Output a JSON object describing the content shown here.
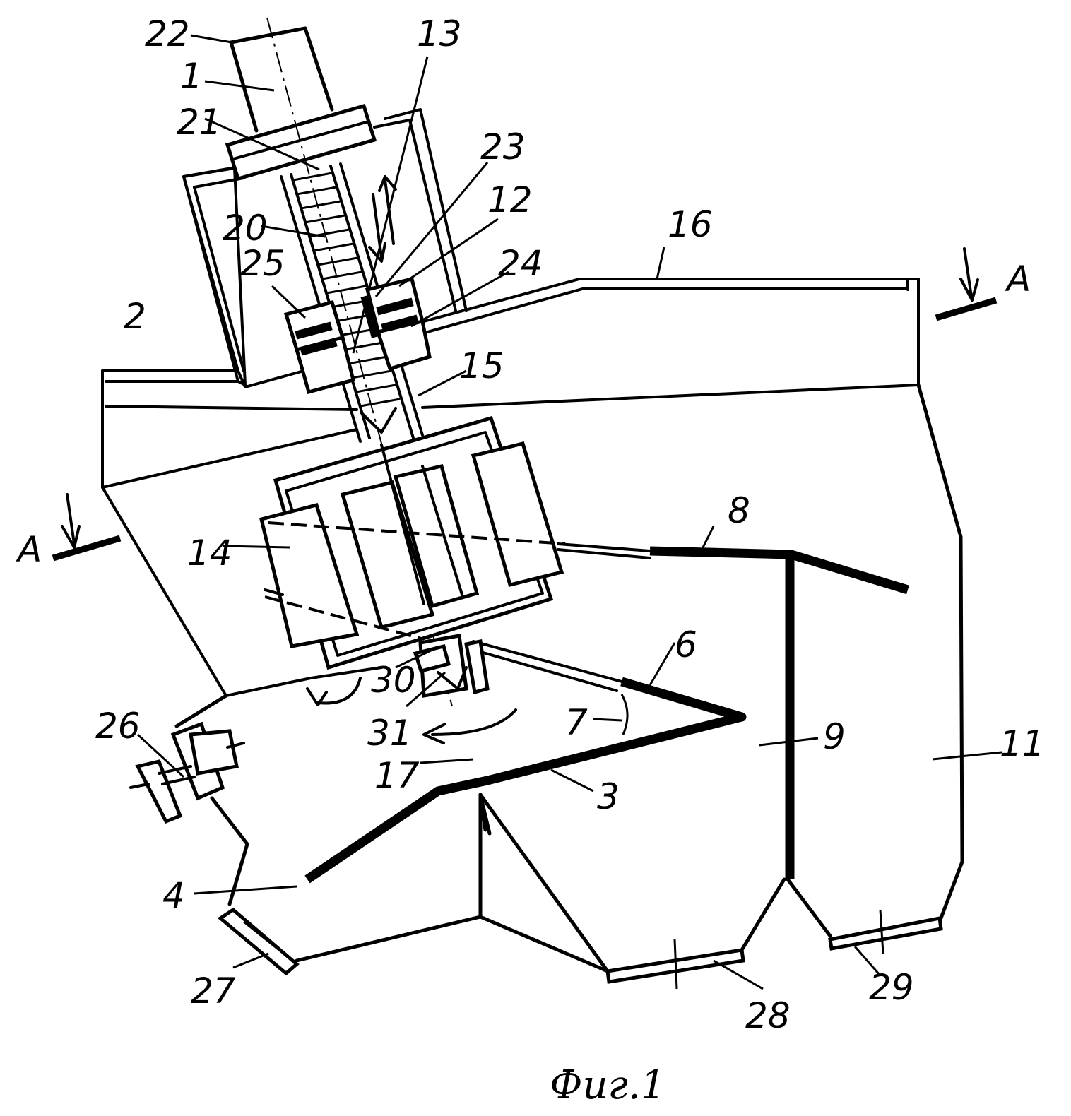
{
  "figure": {
    "caption": "Фиг.1",
    "section_mark": "A",
    "labels": {
      "l1": "1",
      "l2": "2",
      "l3": "3",
      "l4": "4",
      "l6": "6",
      "l7": "7",
      "l8": "8",
      "l9": "9",
      "l11": "11",
      "l12": "12",
      "l13": "13",
      "l14": "14",
      "l15": "15",
      "l16": "16",
      "l17": "17",
      "l20": "20",
      "l21": "21",
      "l22": "22",
      "l23": "23",
      "l24": "24",
      "l25": "25",
      "l26": "26",
      "l27": "27",
      "l28": "28",
      "l29": "29",
      "l30": "30",
      "l31": "31"
    }
  }
}
